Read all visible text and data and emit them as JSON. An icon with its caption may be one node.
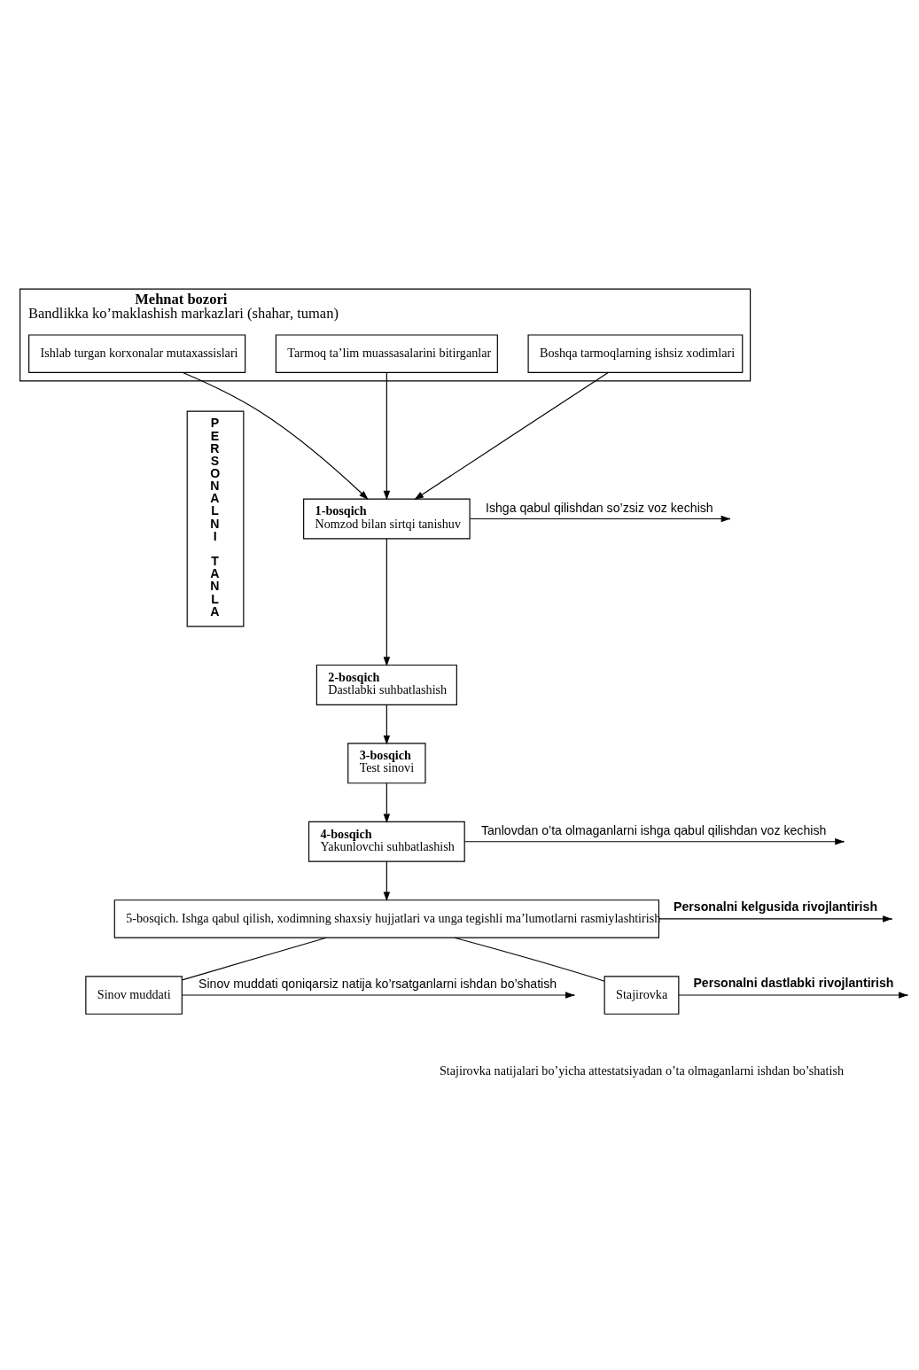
{
  "diagram": {
    "nodes": [
      {
        "text": [
          "Mehnat bozori",
          "Bandlikka ko’maklashish markazlari (shahar, tuman)"
        ]
      },
      {
        "text": [
          "Ishlab turgan korxonalar mutaxassislari"
        ],
        "in": 0
      },
      {
        "text": [
          "Tarmoq ta’lim muassasalarini bitirganlar"
        ],
        "in": 0
      },
      {
        "text": [
          "Boshqa tarmoqlarning ishsiz xodimlari"
        ],
        "in": 0
      },
      {
        "text": [
          "PERSONALNI TANLA"
        ]
      },
      {
        "text": [
          "1-bosqich",
          "Nomzod bilan sirtqi tanishuv"
        ]
      },
      {
        "text": [
          "2-bosqich",
          "Dastlabki suhbatlashish"
        ]
      },
      {
        "text": [
          "3-bosqich",
          "Test sinovi"
        ]
      },
      {
        "text": [
          "4-bosqich",
          "Yakunlovchi suhbatlashish"
        ]
      },
      {
        "text": [
          "5-bosqich. Ishga qabul qilish, xodimning shaxsiy hujjatlari va unga tegishli ma’lumotlarni rasmiylashtirish"
        ]
      },
      {
        "text": [
          "Sinov muddati"
        ]
      },
      {
        "text": [
          "Stajirovka"
        ]
      }
    ],
    "edges": [
      {
        "from": 1,
        "to": 5,
        "arrow": "to"
      },
      {
        "from": 2,
        "to": 5,
        "arrow": "to"
      },
      {
        "from": 3,
        "to": 5,
        "arrow": "to"
      },
      {
        "from": 5,
        "to": null,
        "arrow": "to",
        "label": "Ishga qabul qilishdan so’zsiz voz kechish"
      },
      {
        "from": 5,
        "to": 6,
        "arrow": "to"
      },
      {
        "from": 6,
        "to": 7,
        "arrow": "to"
      },
      {
        "from": 7,
        "to": 8,
        "arrow": "to"
      },
      {
        "from": 8,
        "to": null,
        "arrow": "to",
        "label": "Tanlovdan o’ta olmaganlarni ishga qabul qilishdan voz kechish"
      },
      {
        "from": 8,
        "to": 9,
        "arrow": "to"
      },
      {
        "from": 9,
        "to": 10,
        "arrow": "none"
      },
      {
        "from": 10,
        "to": null,
        "arrow": "to",
        "label": "Sinov muddati qoniqarsiz natija ko’rsatganlarni ishdan bo’shatish"
      },
      {
        "from": 9,
        "to": 11,
        "arrow": "none"
      },
      {
        "from": 11,
        "to": null,
        "arrow": "to",
        "label": "Personalni dastlabki rivojlantirish"
      },
      {
        "from": 9,
        "to": null,
        "arrow": "to",
        "label": "Personalni kelgusida rivojlantirish"
      }
    ],
    "labels": [
      "Stajirovka natijalari bo’yicha attestatsiyadan o’ta olmaganlarni ishdan bo’shatish"
    ]
  }
}
